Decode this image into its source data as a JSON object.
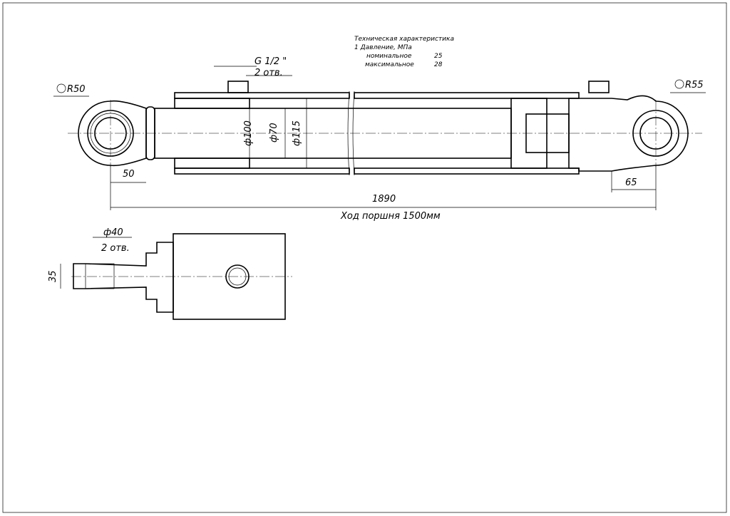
{
  "spec": {
    "title": "Техническая характеристика",
    "pressure_label": "1 Давление, МПа",
    "rows": [
      {
        "label": "номинальное",
        "value": "25"
      },
      {
        "label": "максимальное",
        "value": "28"
      }
    ]
  },
  "labels": {
    "port_thread": "G 1/2 \"",
    "port_count": "2 отв.",
    "rod_eye_radius": "R50",
    "cap_eye_radius": "R55",
    "bore_diameter": "ф100",
    "rod_diameter": "ф70",
    "outer_diameter": "ф115",
    "rod_eye_offset": "50",
    "cap_eye_offset": "65",
    "total_length": "1890",
    "stroke": "Ход поршня 1500мм",
    "pin_diameter": "ф40",
    "pin_count": "2 отв.",
    "eye_width": "35"
  }
}
